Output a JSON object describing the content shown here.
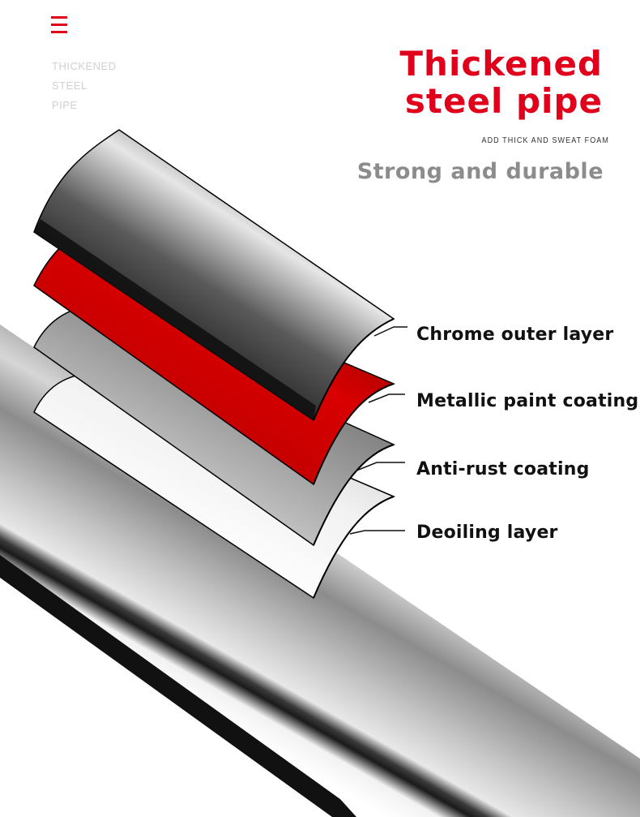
{
  "header": {
    "menu_icon": "menu-icon",
    "side_label": [
      "THICKENED",
      "STEEL",
      "PIPE"
    ],
    "title_lines": [
      "Thickened",
      "steel pipe"
    ],
    "subtitle": "ADD THICK AND SWEAT FOAM",
    "tagline": "Strong and durable"
  },
  "layers": [
    {
      "label": "Chrome outer layer",
      "color": "#2a2a2a"
    },
    {
      "label": "Metallic paint coating",
      "color": "#d10000"
    },
    {
      "label": "Anti-rust coating",
      "color": "#9a9a9a"
    },
    {
      "label": "Deoiling layer",
      "color": "#f0f0f0"
    }
  ],
  "colors": {
    "accent_red": "#e0001b",
    "tagline_gray": "#8c8c8c",
    "side_text": "#d0d0d0"
  }
}
